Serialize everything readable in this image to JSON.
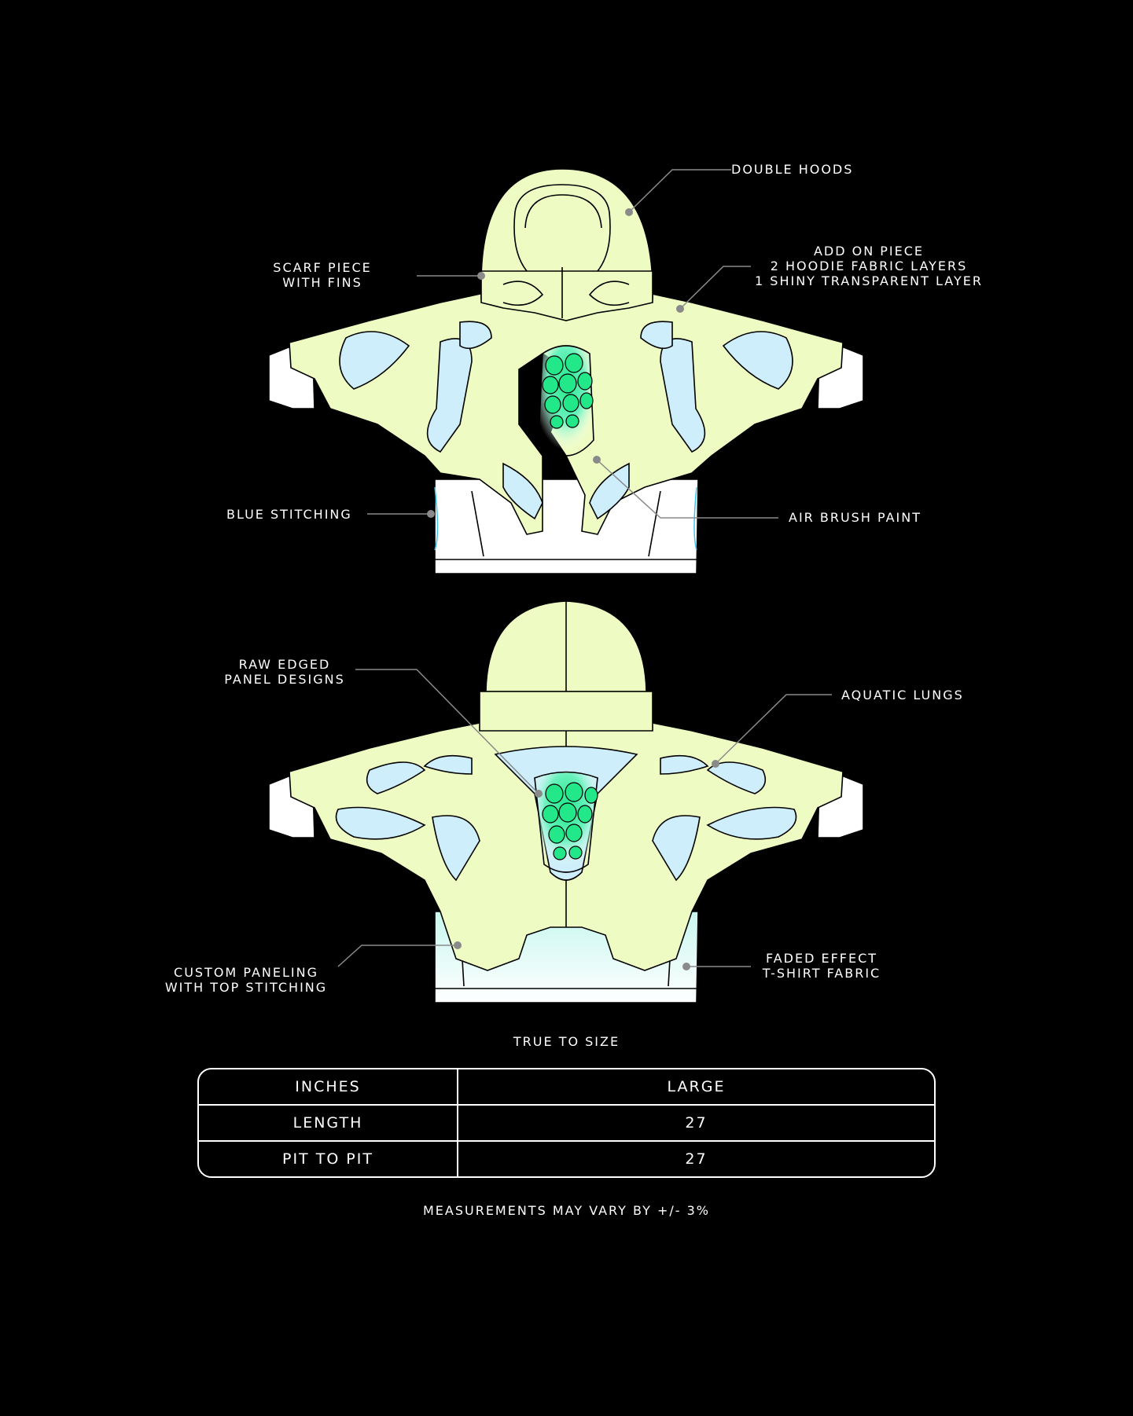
{
  "callouts": {
    "double_hoods": "DOUBLE HOODS",
    "scarf_piece": "SCARF PIECE\nWITH FINS",
    "add_on_piece": "ADD ON PIECE\n2 HOODIE FABRIC LAYERS\n1 SHINY TRANSPARENT LAYER",
    "blue_stitching": "BLUE STITCHING",
    "air_brush_paint": "AIR BRUSH PAINT",
    "raw_edged": "RAW EDGED\nPANEL DESIGNS",
    "aquatic_lungs": "AQUATIC LUNGS",
    "custom_paneling": "CUSTOM PANELING\nWITH TOP STITCHING",
    "faded_effect": "FADED EFFECT\nT-SHIRT FABRIC"
  },
  "size_chart": {
    "caption": "TRUE TO SIZE",
    "header": [
      "INCHES",
      "LARGE"
    ],
    "rows": [
      [
        "LENGTH",
        "27"
      ],
      [
        "PIT TO PIT",
        "27"
      ]
    ],
    "footnote": "MEASUREMENTS MAY VARY BY +/- 3%"
  },
  "colors": {
    "background": "#000000",
    "fabric": "#eefcc4",
    "panel_blue": "#cdeefa",
    "stitch_blue": "#3cc4f0",
    "airbrush_green": "#22e88a",
    "leader_grey": "#8a8a8a"
  }
}
